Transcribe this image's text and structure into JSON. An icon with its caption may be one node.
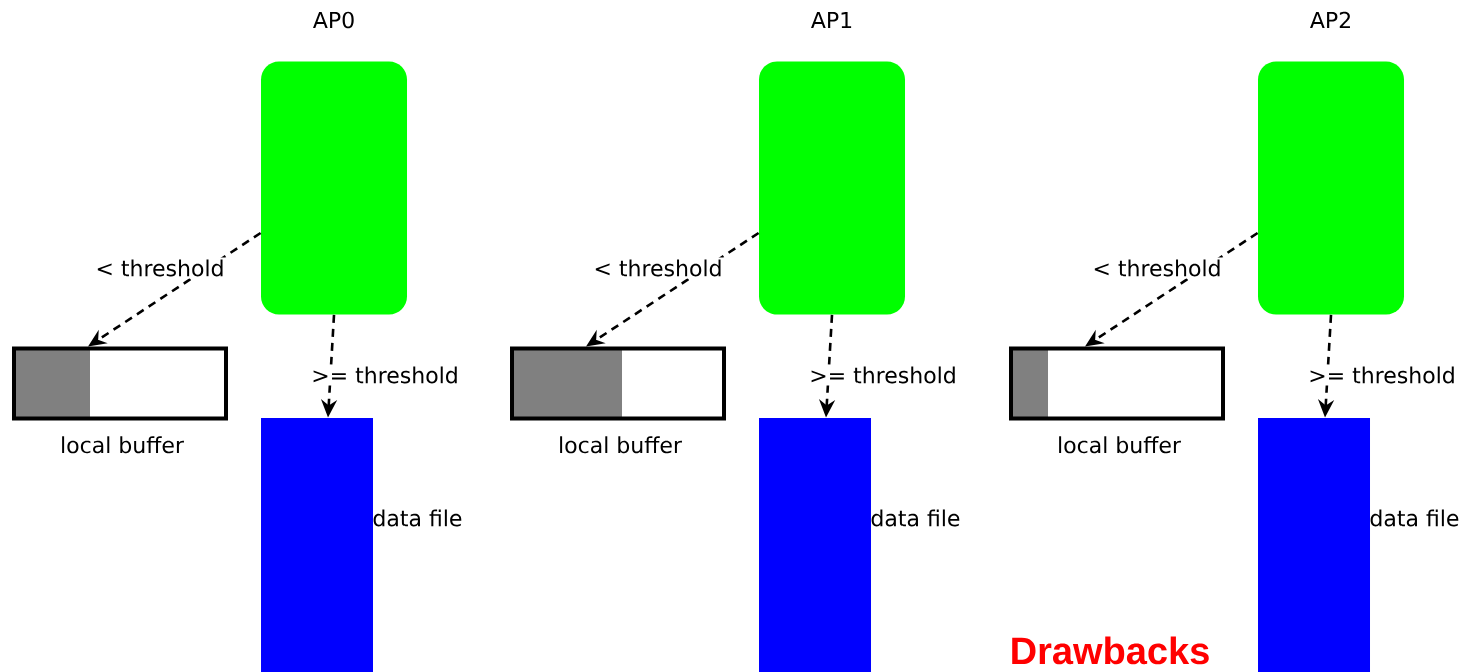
{
  "diagram": {
    "nodes": [
      {
        "text": [
          "AP0"
        ]
      },
      {
        "text": [],
        "shape": "box",
        "beside": [
          "local buffer"
        ]
      },
      {
        "text": [],
        "shape": "bar",
        "beside": [
          "data file"
        ]
      },
      {
        "text": [
          "AP1"
        ]
      },
      {
        "text": [],
        "shape": "box",
        "beside": [
          "local buffer"
        ]
      },
      {
        "text": [],
        "shape": "bar",
        "beside": [
          "data file"
        ]
      },
      {
        "text": [
          "AP2"
        ]
      },
      {
        "text": [],
        "shape": "box",
        "beside": [
          "local buffer"
        ]
      },
      {
        "text": [],
        "shape": "bar",
        "beside": [
          "data file"
        ]
      }
    ],
    "edges": [
      {
        "from": 0,
        "to": 1,
        "arrow": "to",
        "style": "dashed",
        "label": "< threshold"
      },
      {
        "from": 0,
        "to": 2,
        "arrow": "to",
        "style": "dashed",
        "label": ">= threshold"
      },
      {
        "from": 3,
        "to": 4,
        "arrow": "to",
        "style": "dashed",
        "label": "< threshold"
      },
      {
        "from": 3,
        "to": 5,
        "arrow": "to",
        "style": "dashed",
        "label": ">= threshold"
      },
      {
        "from": 6,
        "to": 7,
        "arrow": "to",
        "style": "dashed",
        "label": "< threshold"
      },
      {
        "from": 6,
        "to": 8,
        "arrow": "to",
        "style": "dashed",
        "label": ">= threshold"
      }
    ],
    "labels": [
      "Drawbacks"
    ]
  }
}
